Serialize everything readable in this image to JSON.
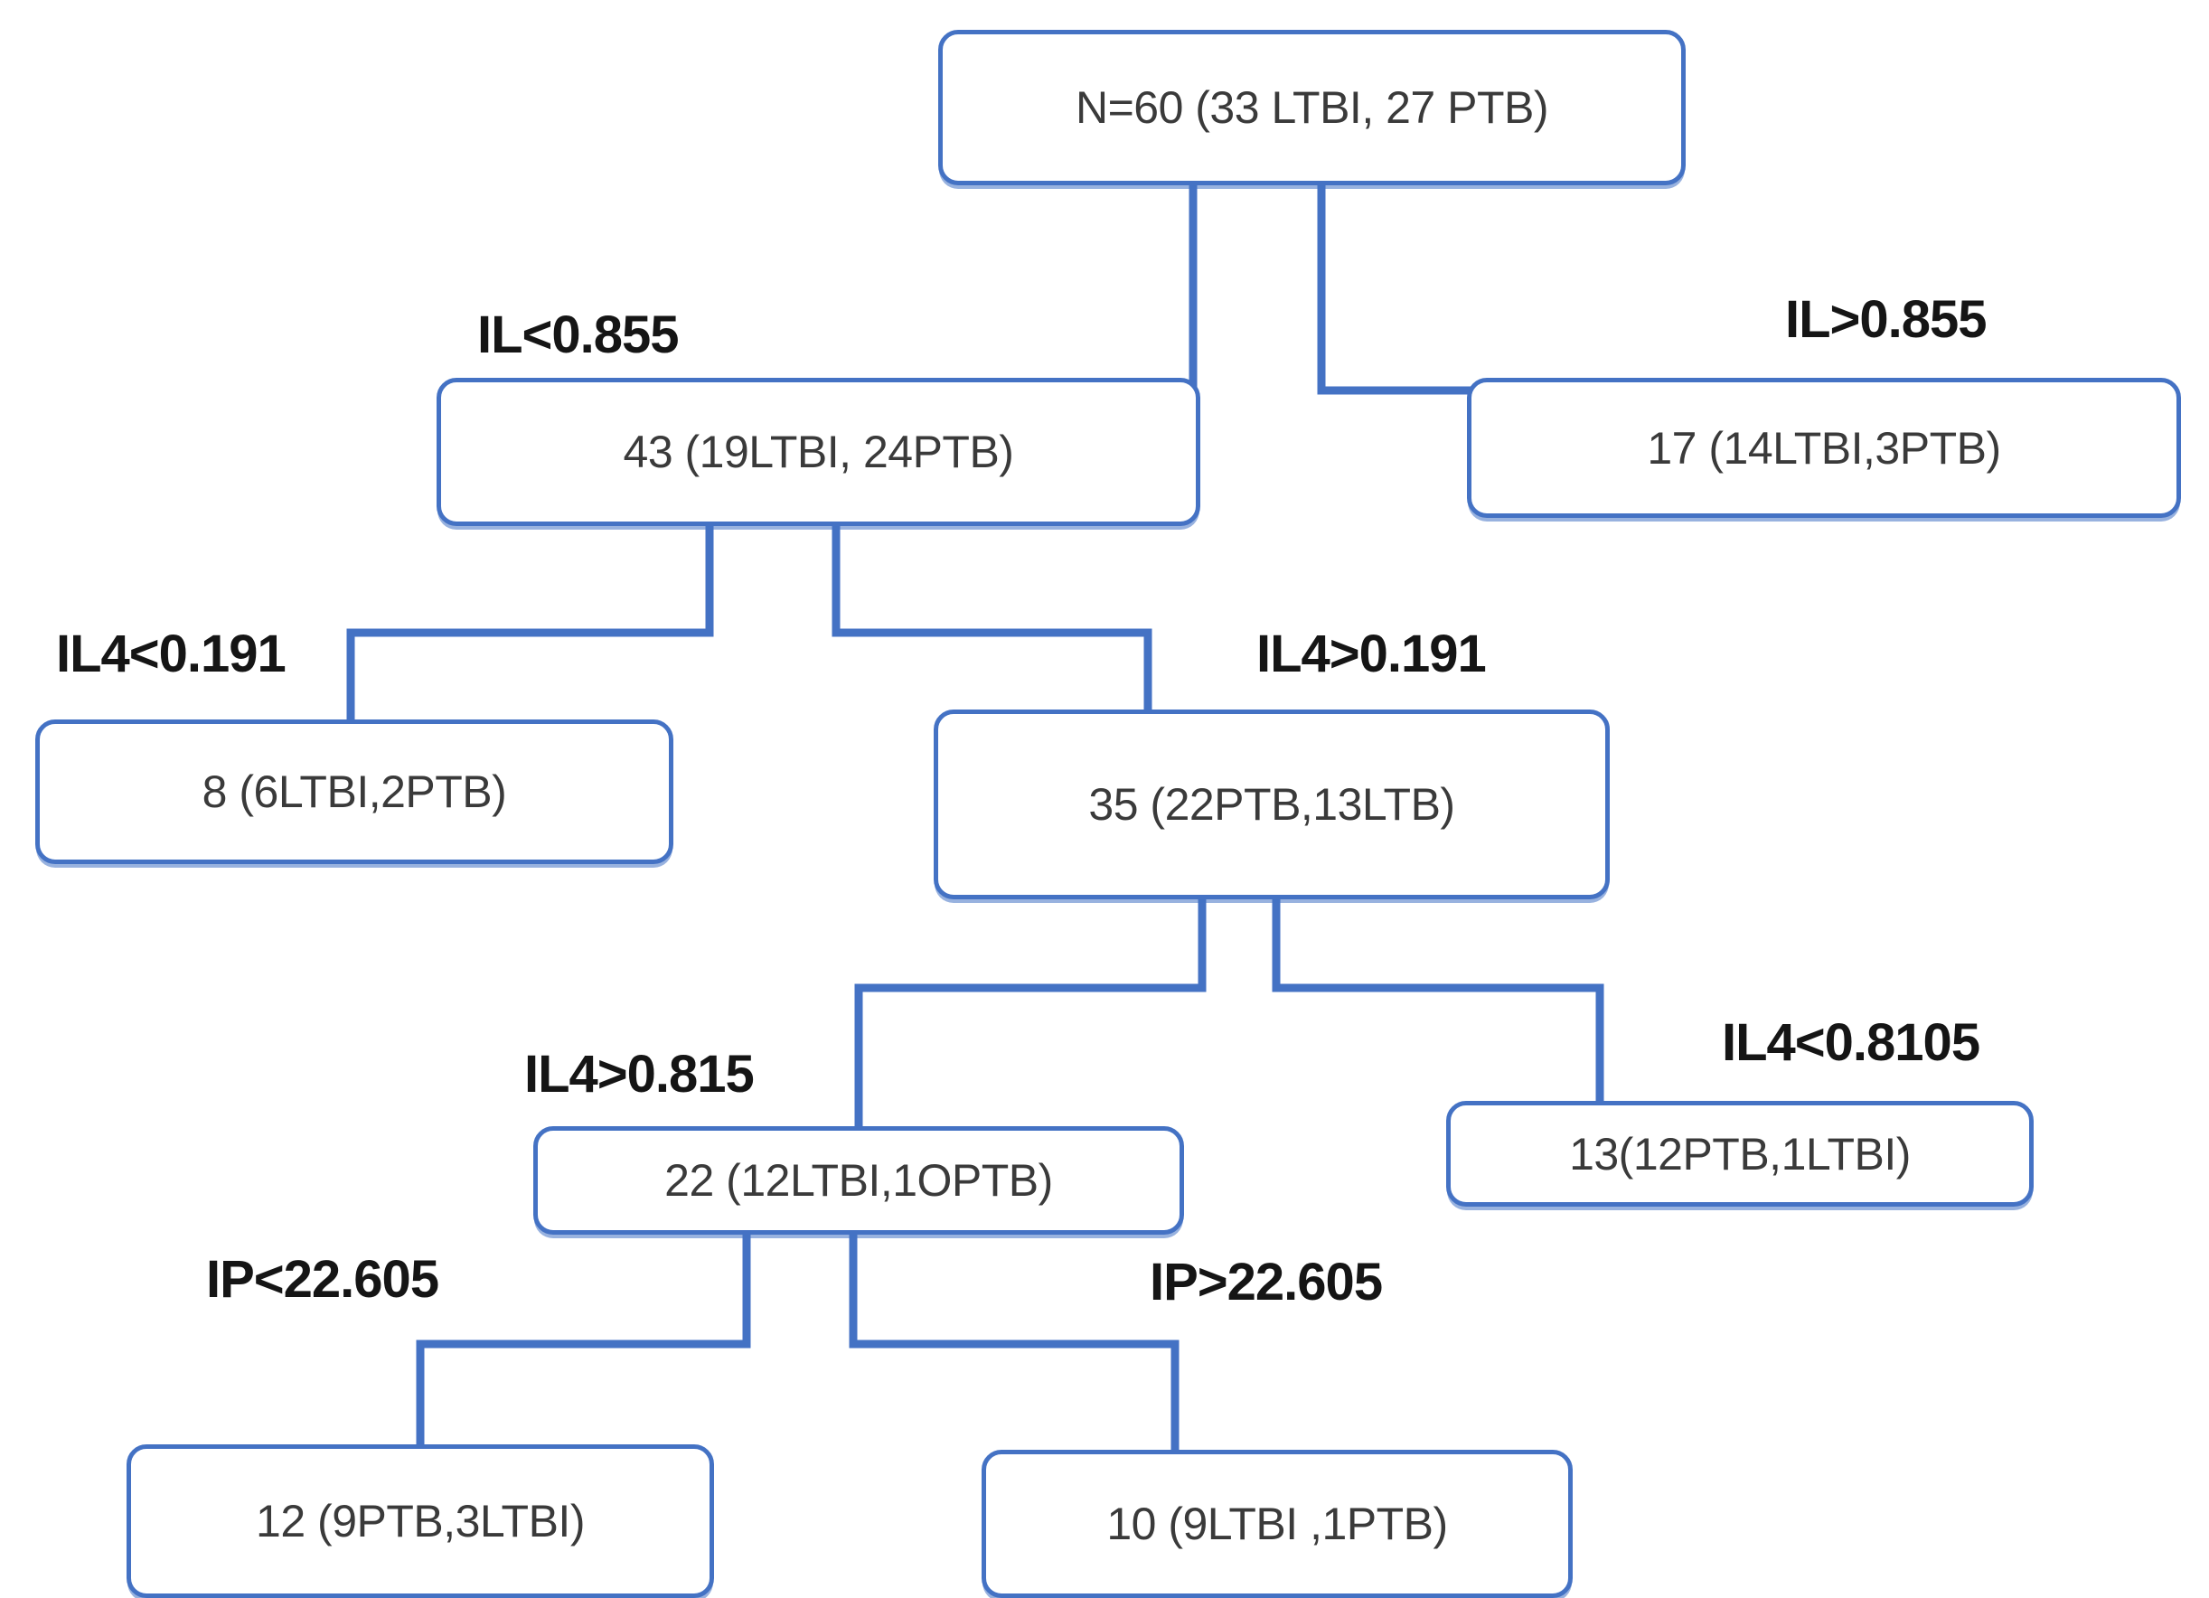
{
  "diagram": {
    "type": "decision-tree",
    "title": "",
    "accent_color": "#4472C4",
    "node_text_color": "#3a3a3a",
    "edge_label_color": "#151515",
    "background": "#ffffff"
  },
  "nodes": [
    {
      "id": "root",
      "label": "N=60 (33 LTBI, 27 PTB)",
      "total": 60,
      "ltbi": 33,
      "ptb": 27
    },
    {
      "id": "n43",
      "label": "43 (19LTBI, 24PTB)",
      "total": 43,
      "ltbi": 19,
      "ptb": 24
    },
    {
      "id": "n17",
      "label": "17 (14LTBI,3PTB)",
      "total": 17,
      "ltbi": 14,
      "ptb": 3
    },
    {
      "id": "n8",
      "label": "8 (6LTBI,2PTB)",
      "total": 8,
      "ltbi": 6,
      "ptb": 2
    },
    {
      "id": "n35",
      "label": "35 (22PTB,13LTB)",
      "total": 35,
      "ltbi": 13,
      "ptb": 22
    },
    {
      "id": "n22",
      "label": "22 (12LTBI,1OPTB)",
      "total": 22,
      "ltbi": 12,
      "ptb": 10
    },
    {
      "id": "n13",
      "label": "13(12PTB,1LTBI)",
      "total": 13,
      "ltbi": 1,
      "ptb": 12
    },
    {
      "id": "n12",
      "label": "12 (9PTB,3LTBI)",
      "total": 12,
      "ltbi": 3,
      "ptb": 9
    },
    {
      "id": "n10",
      "label": "10 (9LTBI ,1PTB)",
      "total": 10,
      "ltbi": 9,
      "ptb": 1
    }
  ],
  "edges": [
    {
      "id": "e1",
      "from": "root",
      "to": "n43",
      "label": "IL<0.855"
    },
    {
      "id": "e2",
      "from": "root",
      "to": "n17",
      "label": "IL>0.855"
    },
    {
      "id": "e3",
      "from": "n43",
      "to": "n8",
      "label": "IL4<0.191"
    },
    {
      "id": "e4",
      "from": "n43",
      "to": "n35",
      "label": "IL4>0.191"
    },
    {
      "id": "e5",
      "from": "n35",
      "to": "n22",
      "label": "IL4>0.815"
    },
    {
      "id": "e6",
      "from": "n35",
      "to": "n13",
      "label": "IL4<0.8105"
    },
    {
      "id": "e7",
      "from": "n22",
      "to": "n12",
      "label": "IP<22.605"
    },
    {
      "id": "e8",
      "from": "n22",
      "to": "n10",
      "label": "IP>22.605"
    }
  ]
}
